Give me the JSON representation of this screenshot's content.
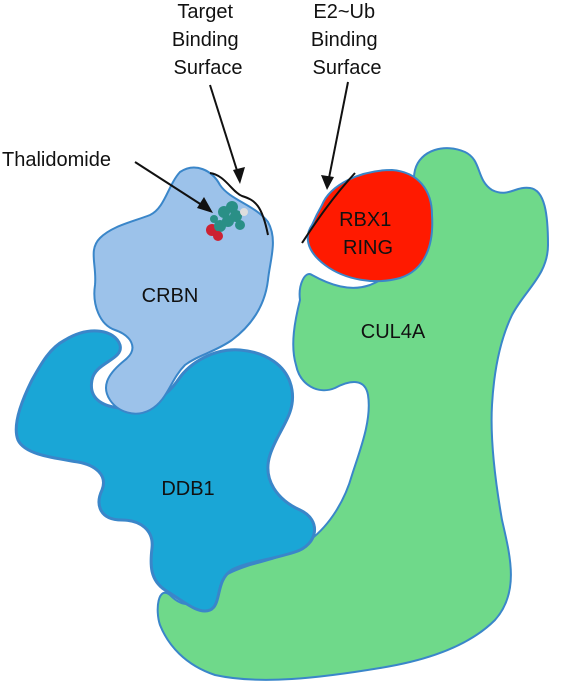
{
  "annotations": {
    "target_surface": [
      "Target",
      "Binding",
      "Surface"
    ],
    "e2_surface": [
      "E2~Ub",
      "Binding",
      "Surface"
    ],
    "thalidomide": "Thalidomide"
  },
  "proteins": {
    "crbn": "CRBN",
    "ddb1": "DDB1",
    "cul4a": "CUL4A",
    "rbx1_ring": [
      "RBX1",
      "RING"
    ]
  },
  "colors": {
    "crbn": "#9cc2ea",
    "ddb1": "#1aa6d6",
    "cul4a": "#6fd98a",
    "rbx1": "#ff1a00",
    "outline": "#3a86c9",
    "thalidomide_atoms": "#2a8f86"
  },
  "icons": {
    "thalidomide_molecule": "molecule-icon"
  }
}
